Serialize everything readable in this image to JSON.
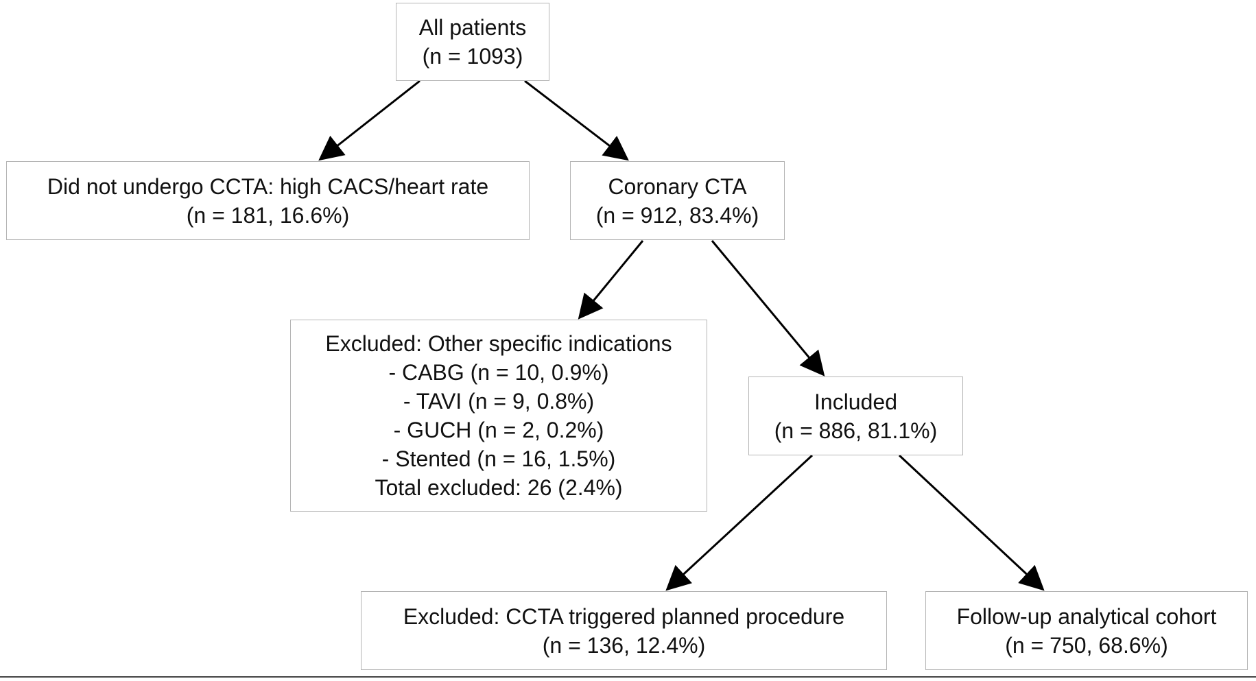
{
  "nodes": {
    "all_patients": {
      "title": "All patients",
      "count": "(n = 1093)"
    },
    "did_not_undergo": {
      "title": "Did not undergo CCTA: high CACS/heart rate",
      "count": "(n = 181, 16.6%)"
    },
    "coronary_cta": {
      "title": "Coronary CTA",
      "count": "(n = 912, 83.4%)"
    },
    "excluded_other": {
      "title": "Excluded: Other specific indications",
      "items": [
        "- CABG (n = 10, 0.9%)",
        "- TAVI (n = 9, 0.8%)",
        "- GUCH (n = 2, 0.2%)",
        "- Stented (n = 16, 1.5%)"
      ],
      "total": "Total excluded: 26 (2.4%)"
    },
    "included": {
      "title": "Included",
      "count": "(n = 886, 81.1%)"
    },
    "excluded_planned": {
      "title": "Excluded: CCTA triggered planned procedure",
      "count": "(n = 136, 12.4%)"
    },
    "follow_up": {
      "title": "Follow-up analytical cohort",
      "count": "(n = 750, 68.6%)"
    }
  },
  "edges": [
    {
      "from": "all_patients",
      "to": "did_not_undergo"
    },
    {
      "from": "all_patients",
      "to": "coronary_cta"
    },
    {
      "from": "coronary_cta",
      "to": "excluded_other"
    },
    {
      "from": "coronary_cta",
      "to": "included"
    },
    {
      "from": "included",
      "to": "excluded_planned"
    },
    {
      "from": "included",
      "to": "follow_up"
    }
  ],
  "colors": {
    "box_border": "#b4b4b4",
    "arrow": "#000000",
    "text": "#111111"
  }
}
